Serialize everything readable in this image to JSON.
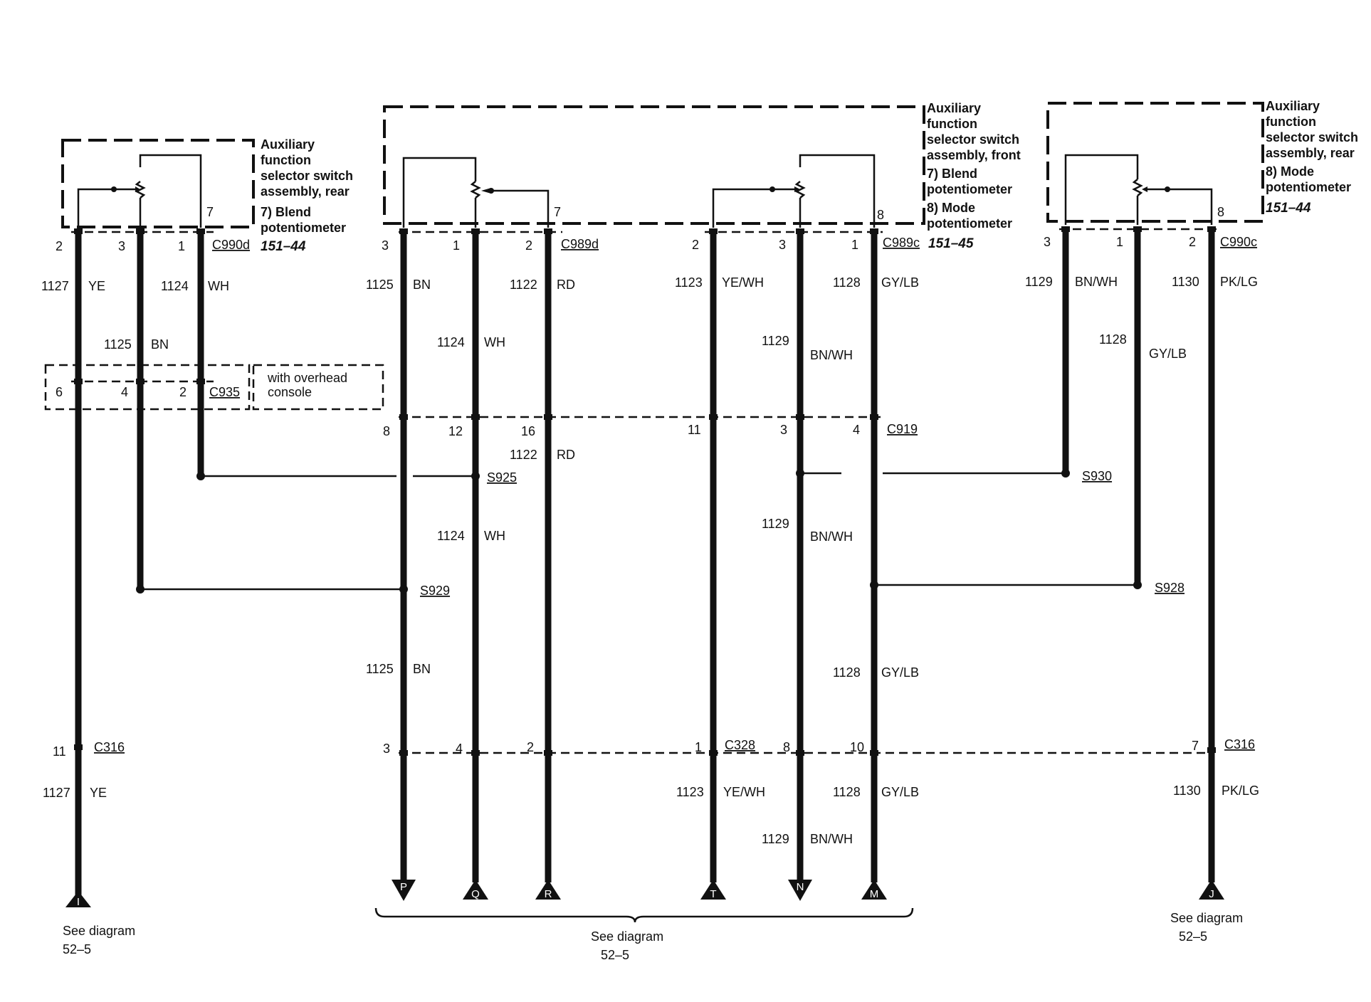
{
  "components": {
    "blend_rear": {
      "lines": [
        "Auxiliary",
        "function",
        "selector switch",
        "assembly, rear",
        "7) Blend",
        "potentiometer"
      ],
      "ref": "151–44"
    },
    "front": {
      "lines": [
        "Auxiliary",
        "function",
        "selector switch",
        "assembly, front",
        "7) Blend",
        "potentiometer",
        "8) Mode",
        "potentiometer"
      ],
      "ref": "151–45"
    },
    "mode_rear": {
      "lines": [
        "Auxiliary",
        "function",
        "selector switch",
        "assembly, rear",
        "8) Mode",
        "potentiometer"
      ],
      "ref": "151–44"
    },
    "overhead_option": [
      "with overhead",
      "console"
    ]
  },
  "connectors": {
    "C990d": "C990d",
    "C989d": "C989d",
    "C989c": "C989c",
    "C990c": "C990c",
    "C935": "C935",
    "C919": "C919",
    "C316a": "C316",
    "C328": "C328",
    "C316b": "C316"
  },
  "splices": {
    "S925": "S925",
    "S929": "S929",
    "S930": "S930",
    "S928": "S928"
  },
  "pins": {
    "pot1_pin7": "7",
    "c990d": [
      "2",
      "3",
      "1"
    ],
    "c935": [
      "6",
      "4",
      "2"
    ],
    "c316a": "11",
    "pot2_pin7": "7",
    "pot3_pin8": "8",
    "c989d": [
      "3",
      "1",
      "2"
    ],
    "c989c": [
      "2",
      "3",
      "1"
    ],
    "c919": [
      "8",
      "12",
      "16",
      "11",
      "3",
      "4"
    ],
    "c328": [
      "3",
      "4",
      "2",
      "1",
      "8",
      "10"
    ],
    "pot4_pin8": "8",
    "c990c": [
      "3",
      "1",
      "2"
    ],
    "c316b": "7"
  },
  "wires": {
    "w1127_top": {
      "num": "1127",
      "color": "YE"
    },
    "w1124_top": {
      "num": "1124",
      "color": "WH"
    },
    "w1125_mid": {
      "num": "1125",
      "color": "BN"
    },
    "w1127_bot": {
      "num": "1127",
      "color": "YE"
    },
    "w1125_top": {
      "num": "1125",
      "color": "BN"
    },
    "w1122_top": {
      "num": "1122",
      "color": "RD"
    },
    "w1124_mid": {
      "num": "1124",
      "color": "WH"
    },
    "w1122_mid": {
      "num": "1122",
      "color": "RD"
    },
    "w1124_low": {
      "num": "1124",
      "color": "WH"
    },
    "w1125_low": {
      "num": "1125",
      "color": "BN"
    },
    "w1123_top": {
      "num": "1123",
      "color": "YE/WH"
    },
    "w1128_top": {
      "num": "1128",
      "color": "GY/LB"
    },
    "w1129_mid": {
      "num": "1129",
      "color": "BN/WH"
    },
    "w1129_low": {
      "num": "1129",
      "color": "BN/WH"
    },
    "w1128_low": {
      "num": "1128",
      "color": "GY/LB"
    },
    "w1123_bot": {
      "num": "1123",
      "color": "YE/WH"
    },
    "w1128_bot": {
      "num": "1128",
      "color": "GY/LB"
    },
    "w1129_bot": {
      "num": "1129",
      "color": "BN/WH"
    },
    "w1129_r": {
      "num": "1129",
      "color": "BN/WH"
    },
    "w1130_r": {
      "num": "1130",
      "color": "PK/LG"
    },
    "w1128_r": {
      "num": "1128",
      "color": "GY/LB"
    },
    "w1130_bot": {
      "num": "1130",
      "color": "PK/LG"
    }
  },
  "terminals": [
    "I",
    "P",
    "Q",
    "R",
    "T",
    "N",
    "M",
    "J"
  ],
  "see_diagram": {
    "left": [
      "See diagram",
      "52–5"
    ],
    "center": [
      "See diagram",
      "52–5"
    ],
    "right": [
      "See diagram",
      "52–5"
    ]
  }
}
